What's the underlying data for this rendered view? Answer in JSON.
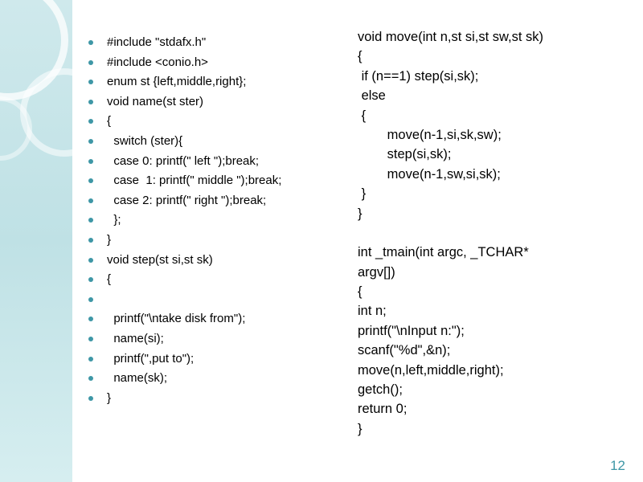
{
  "slide_number": "12",
  "left_code": [
    "#include \"stdafx.h\"",
    "#include <conio.h>",
    "enum st {left,middle,right};",
    "void name(st ster)",
    "{",
    "  switch (ster){",
    "  case 0: printf(\" left \");break;",
    "  case  1: printf(\" middle \");break;",
    "  case 2: printf(\" right \");break;",
    "  };",
    "}",
    "void step(st si,st sk)",
    "{",
    "",
    "  printf(\"\\ntake disk from\");",
    "  name(si);",
    "  printf(\",put to\");",
    "  name(sk);",
    "}"
  ],
  "right_code": [
    "void move(int n,st si,st sw,st sk)",
    "{",
    " if (n==1) step(si,sk);",
    " else",
    " {",
    "        move(n-1,si,sk,sw);",
    "        step(si,sk);",
    "        move(n-1,sw,si,sk);",
    " }",
    "}",
    "",
    "int _tmain(int argc, _TCHAR*",
    "argv[])",
    "{",
    "int n;",
    "printf(\"\\nInput n:\");",
    "scanf(\"%d\",&n);",
    "move(n,left,middle,right);",
    "getch();",
    "return 0;",
    "}"
  ],
  "colors": {
    "accent": "#3e97a6",
    "band": "#c6e5e8"
  }
}
